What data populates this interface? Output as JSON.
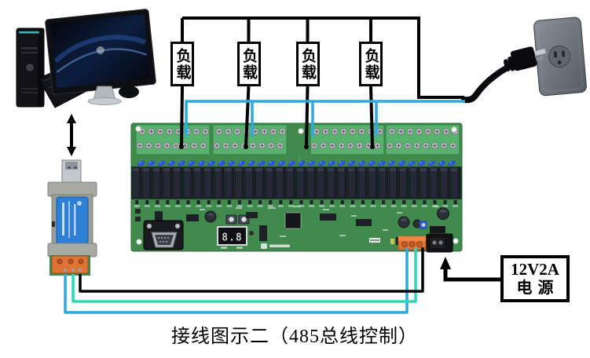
{
  "caption": "接线图示二（485总线控制）",
  "loads": {
    "labels": [
      "负载",
      "负载",
      "负载",
      "负载"
    ]
  },
  "power_supply": {
    "line1": "12V2A",
    "line2": "电源"
  },
  "board": {
    "display_value": "8.8",
    "relay_count": 32,
    "led_count": 32,
    "terminal_groups": 4,
    "terminal_columns_per_group": 8
  },
  "colors": {
    "wire_blue": "#29abe2",
    "wire_teal": "#2bd9b4",
    "wire_black": "#000000",
    "pcb_green": "#3f8a4c",
    "pcb_dark": "#203a28",
    "terminal_green": "#57b26e",
    "relay_dark": "#252935",
    "led_blue": "#2e54d4",
    "orange_terminal": "#de7334"
  }
}
